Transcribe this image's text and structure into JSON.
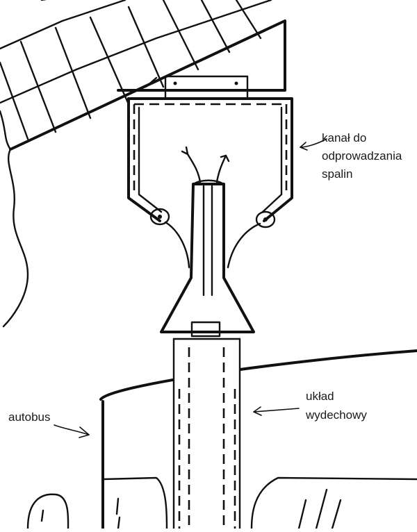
{
  "labels": {
    "exhaust_channel": [
      "kanał do",
      "odprowadzania",
      "spalin"
    ],
    "exhaust_system": [
      "układ",
      "wydechowy"
    ],
    "bus": "autobus"
  }
}
